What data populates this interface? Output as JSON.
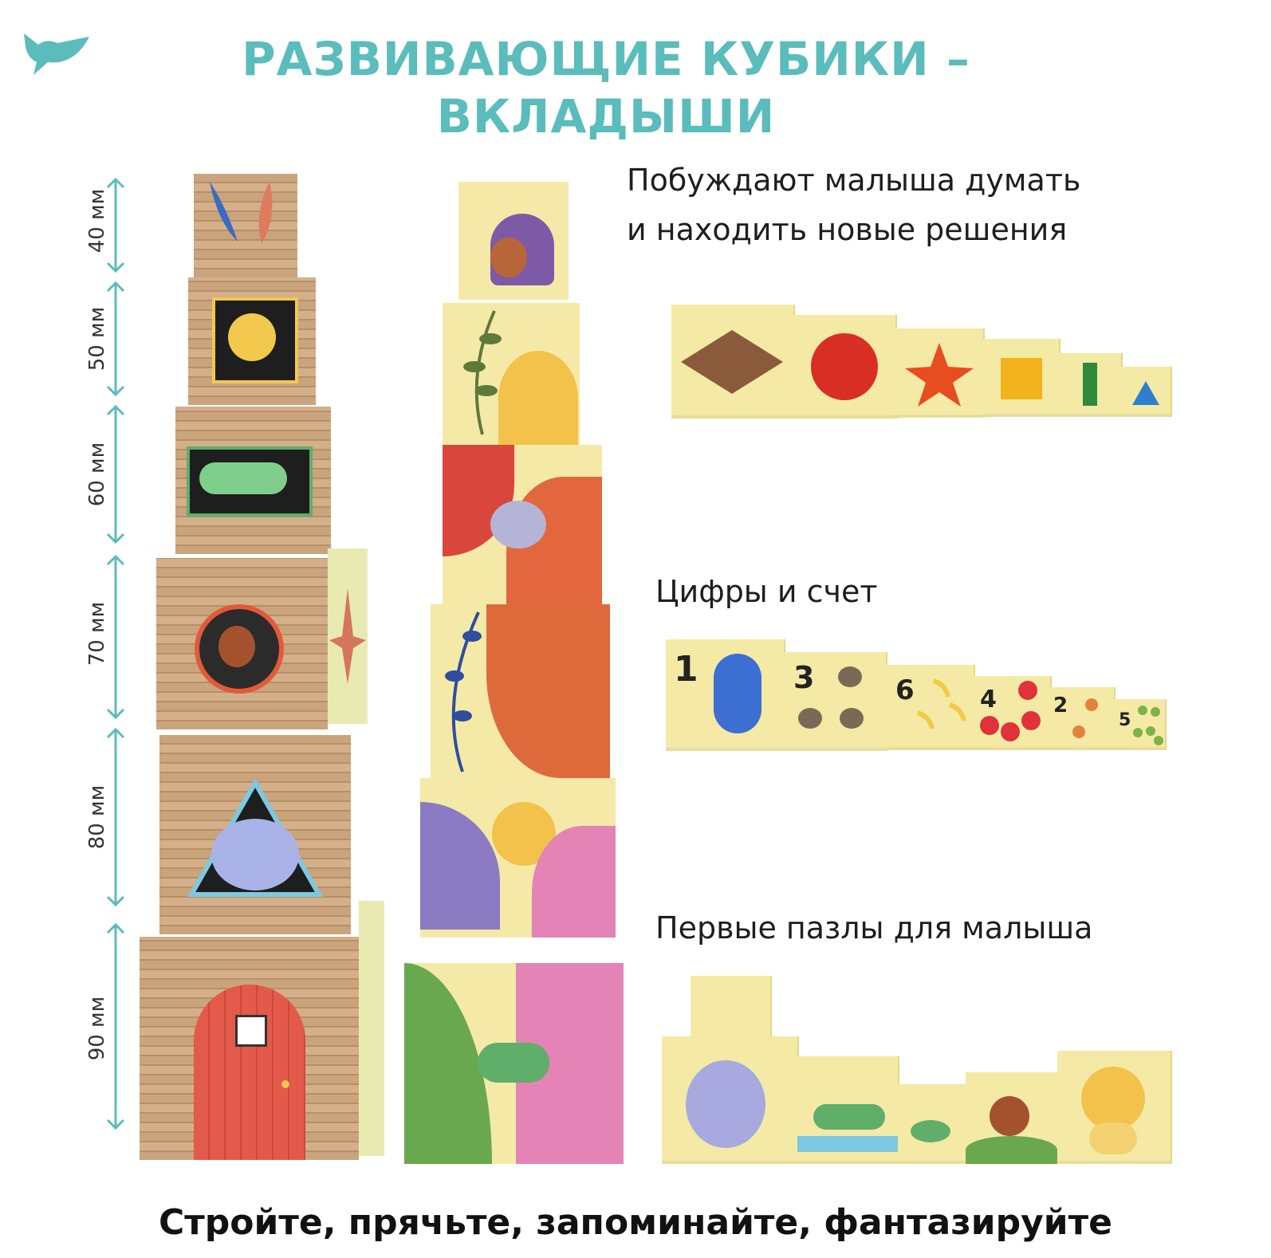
{
  "title_line1": "РАЗВИВАЮЩИЕ КУБИКИ –",
  "title_line2": "ВКЛАДЫШИ",
  "caption1_line1": "Побуждают малыша думать",
  "caption1_line2": "и находить новые решения",
  "caption2": "Цифры и счет",
  "caption3": "Первые пазлы для малыша",
  "bottom_text": "Стройте, прячьте, запоминайте, фантазируйте",
  "dimensions": [
    "40 мм",
    "50 мм",
    "60 мм",
    "70 мм",
    "80 мм",
    "90 мм"
  ],
  "number_cubes": [
    "1",
    "3",
    "6",
    "4",
    "2",
    "5"
  ],
  "colors": {
    "accent": "#5bbcbc",
    "text": "#1e1e1e"
  },
  "icons": [
    "bird-logo-icon",
    "diamond-icon",
    "circle-icon",
    "star-icon",
    "square-icon",
    "bar-icon",
    "triangle-icon"
  ]
}
